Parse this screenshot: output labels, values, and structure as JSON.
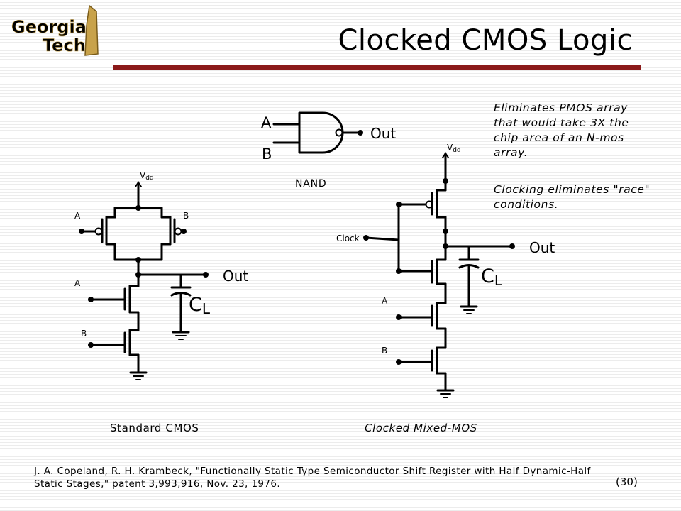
{
  "logo": {
    "line1": "Georgia",
    "line2": "Tech"
  },
  "slide": {
    "title": "Clocked CMOS Logic",
    "page": "(30)"
  },
  "notes": {
    "p1": "Eliminates PMOS array that would take 3X the chip area of an N-mos array.",
    "p2": "Clocking eliminates \"race\" conditions."
  },
  "nand": {
    "in_a": "A",
    "in_b": "B",
    "out": "Out",
    "caption": "NAND"
  },
  "standard": {
    "vdd_main": "V",
    "vdd_sub": "dd",
    "a_top": "A",
    "b_top": "B",
    "a_bot": "A",
    "b_bot": "B",
    "out": "Out",
    "cl_main": "C",
    "cl_sub": "L",
    "caption": "Standard CMOS"
  },
  "clocked": {
    "vdd_main": "V",
    "vdd_sub": "dd",
    "clock": "Clock",
    "out": "Out",
    "cl_main": "C",
    "cl_sub": "L",
    "a": "A",
    "b": "B",
    "caption": "Clocked Mixed-MOS"
  },
  "citation": "J. A. Copeland, R. H. Krambeck, \"Functionally Static Type Semiconductor Shift Register with Half Dynamic-Half Static Stages,\" patent 3,993,916, Nov. 23, 1976.",
  "colors": {
    "accent_bar": "#8b1a1a",
    "logo_gold": "#c8a24a"
  }
}
